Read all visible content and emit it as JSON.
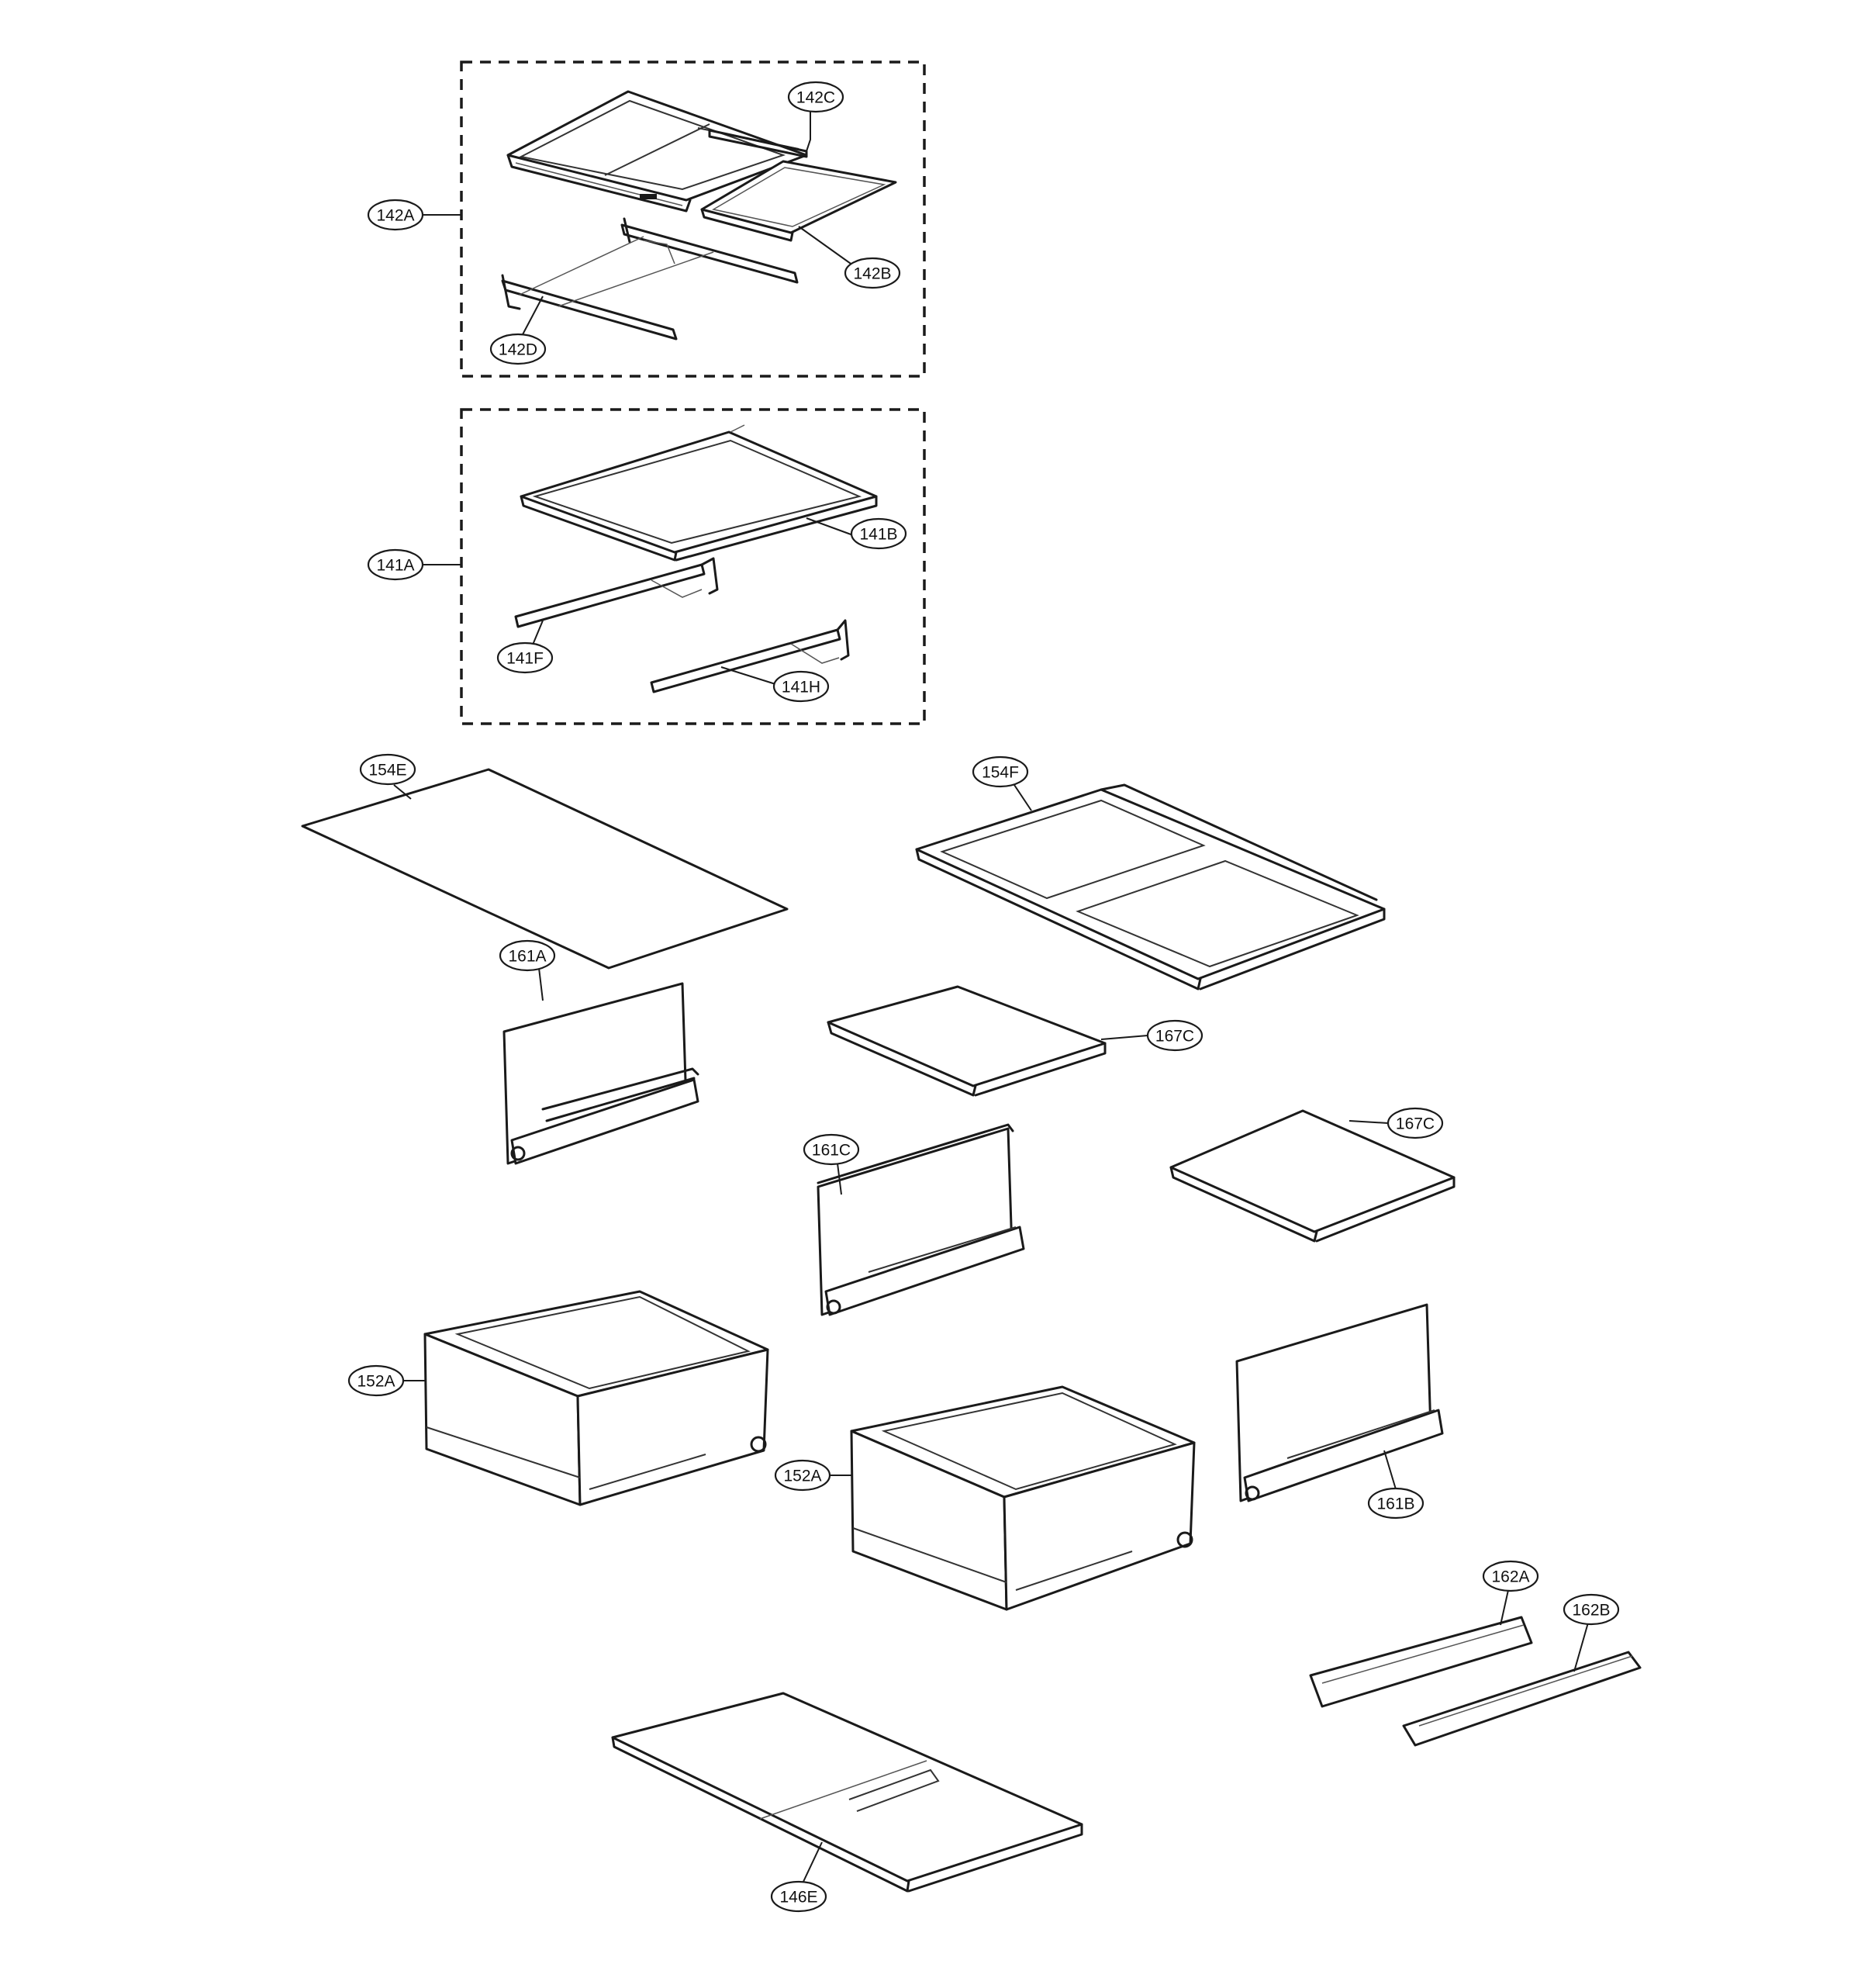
{
  "callouts": {
    "c142A": "142A",
    "c142B": "142B",
    "c142C": "142C",
    "c142D": "142D",
    "c141A": "141A",
    "c141B": "141B",
    "c141F": "141F",
    "c141H": "141H",
    "c154E": "154E",
    "c154F": "154F",
    "c161A": "161A",
    "c161B": "161B",
    "c161C": "161C",
    "c167C_1": "167C",
    "c167C_2": "167C",
    "c152A_1": "152A",
    "c152A_2": "152A",
    "c162A": "162A",
    "c162B": "162B",
    "c146E": "146E"
  }
}
